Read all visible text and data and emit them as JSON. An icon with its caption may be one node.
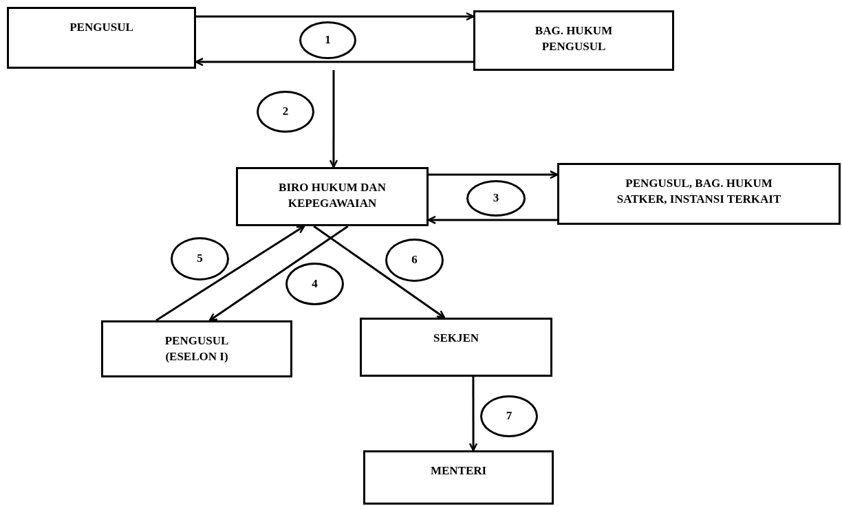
{
  "diagram": {
    "nodes": [
      {
        "text": [
          "PENGUSUL"
        ]
      },
      {
        "text": [
          "BAG. HUKUM PENGUSUL"
        ]
      },
      {
        "text": [
          "1"
        ]
      },
      {
        "text": [
          "2"
        ]
      },
      {
        "text": [
          "BIRO HUKUM DAN KEPEGAWAIAN"
        ]
      },
      {
        "text": [
          "3"
        ]
      },
      {
        "text": [
          "PENGUSUL, BAG. HUKUM SATKER, INSTANSI TERKAIT"
        ]
      },
      {
        "text": [
          "5"
        ]
      },
      {
        "text": [
          "4"
        ]
      },
      {
        "text": [
          "6"
        ]
      },
      {
        "text": [
          "PENGUSUL (ESELON I)"
        ]
      },
      {
        "text": [
          "SEKJEN"
        ]
      },
      {
        "text": [
          "7"
        ]
      },
      {
        "text": [
          "MENTERI"
        ]
      }
    ],
    "edges": [
      {
        "from": 0,
        "to": 1,
        "arrow": "to"
      },
      {
        "from": 1,
        "to": 0,
        "arrow": "to"
      },
      {
        "from": null,
        "to": 4,
        "arrow": "to"
      },
      {
        "from": 4,
        "to": 6,
        "arrow": "to"
      },
      {
        "from": 6,
        "to": 4,
        "arrow": "to"
      },
      {
        "from": 10,
        "to": 4,
        "arrow": "to"
      },
      {
        "from": 4,
        "to": 10,
        "arrow": "to"
      },
      {
        "from": 4,
        "to": 11,
        "arrow": "to"
      },
      {
        "from": 11,
        "to": 13,
        "arrow": "to"
      }
    ]
  }
}
